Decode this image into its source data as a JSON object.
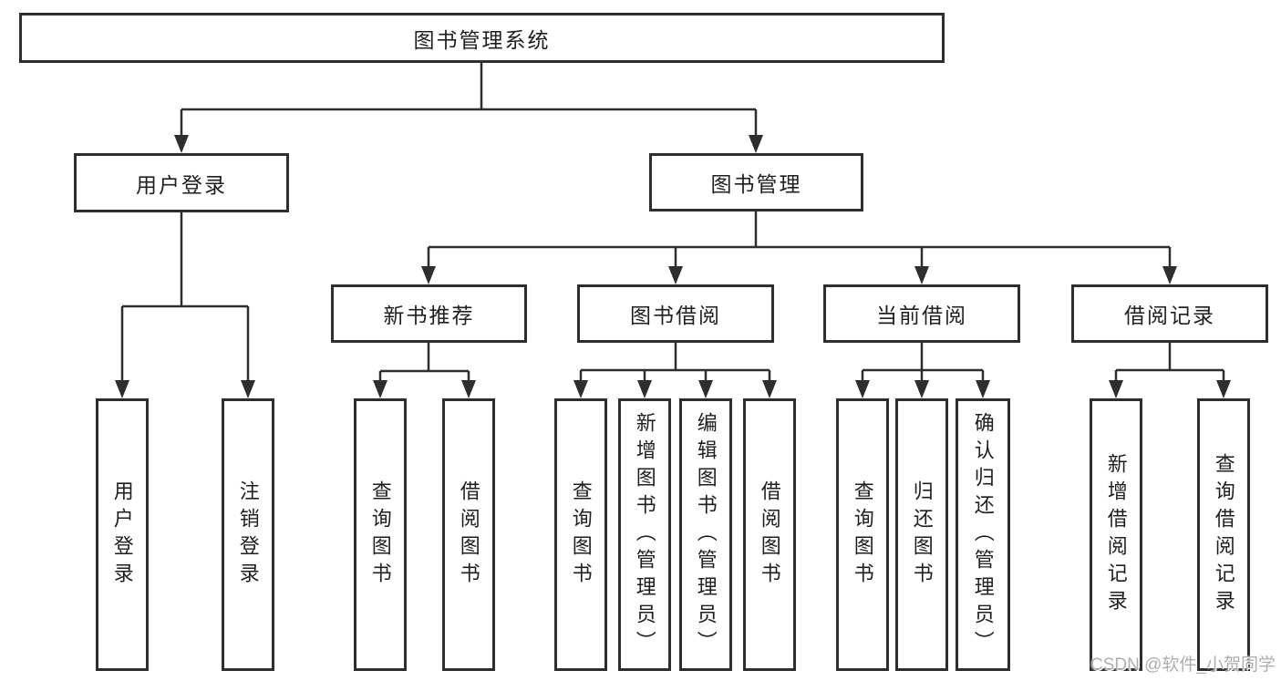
{
  "diagram_title": "图书管理系统",
  "nodes": {
    "root": {
      "label": "图书管理系统"
    },
    "user_login": {
      "label": "用户登录",
      "children": [
        {
          "label": "用户登录"
        },
        {
          "label": "注销登录"
        }
      ]
    },
    "book_management": {
      "label": "图书管理"
    },
    "new_book_recommend": {
      "label": "新书推荐",
      "children": [
        {
          "label": "查询图书"
        },
        {
          "label": "借阅图书"
        }
      ]
    },
    "book_borrowing": {
      "label": "图书借阅",
      "children": [
        {
          "label": "查询图书"
        },
        {
          "label": "新增图书（管理员）"
        },
        {
          "label": "编辑图书（管理员）"
        },
        {
          "label": "借阅图书"
        }
      ]
    },
    "current_borrowing": {
      "label": "当前借阅",
      "children": [
        {
          "label": "查询图书"
        },
        {
          "label": "归还图书"
        },
        {
          "label": "确认归还（管理员）"
        }
      ]
    },
    "borrowing_records": {
      "label": "借阅记录",
      "children": [
        {
          "label": "新增借阅记录"
        },
        {
          "label": "查询借阅记录"
        }
      ]
    }
  },
  "watermark": "CSDN @软件_小贺同学",
  "colors": {
    "line": "#2e2e2e",
    "box_border": "#2e2e2e",
    "text": "#1f1f1f",
    "watermark": "#aeaeae",
    "background": "#ffffff"
  }
}
